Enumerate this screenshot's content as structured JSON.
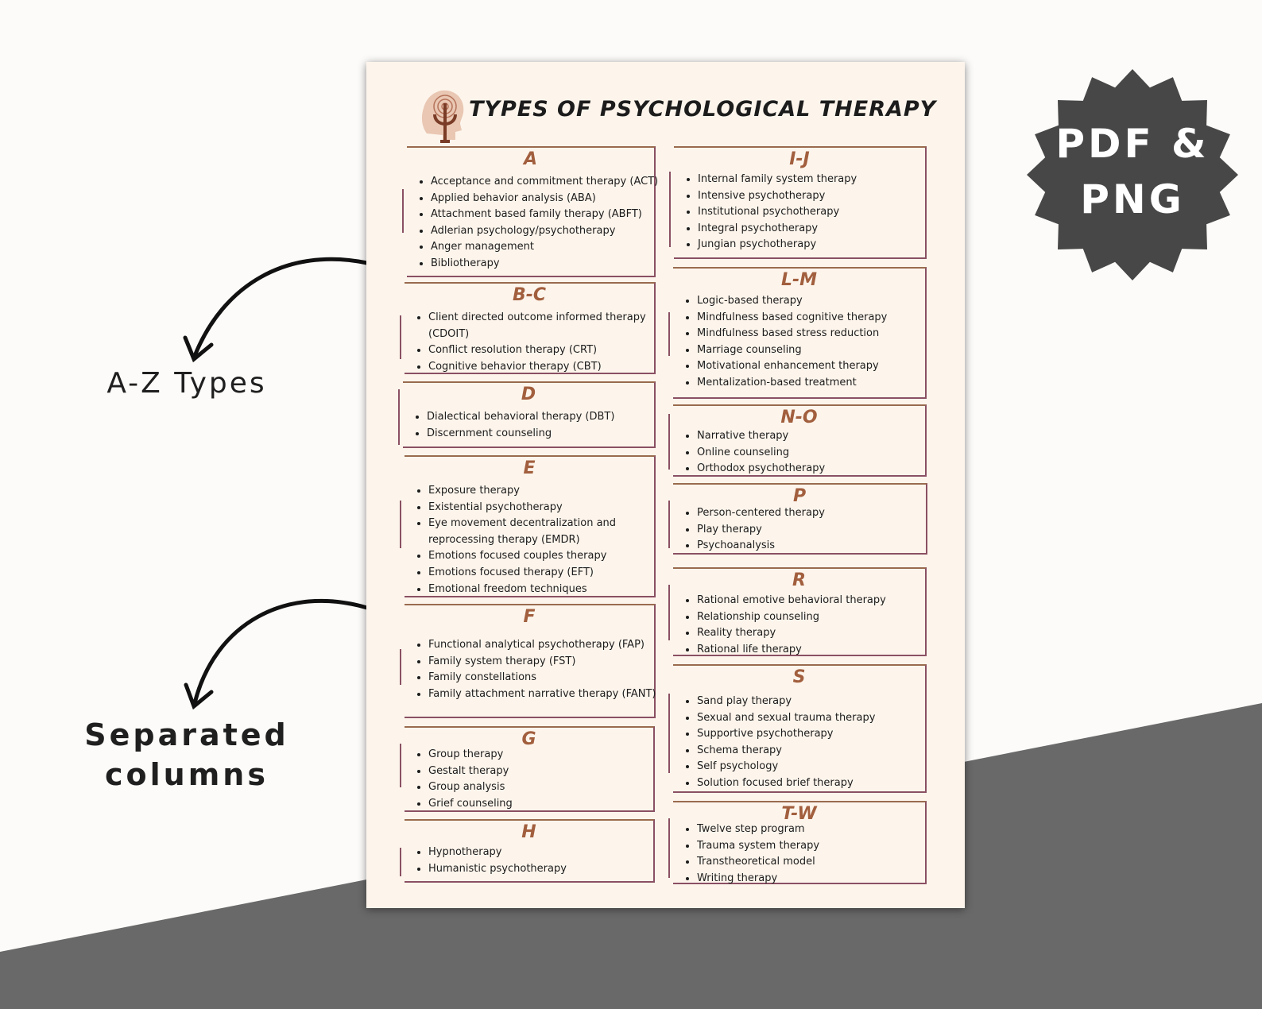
{
  "side_labels": {
    "az": "A-Z Types",
    "separated": [
      "Separated",
      "columns"
    ]
  },
  "badge": {
    "line1": "PDF &",
    "line2": "PNG"
  },
  "poster": {
    "title": "TYPES OF PSYCHOLOGICAL THERAPY",
    "sections": [
      {
        "letter": "A",
        "items": [
          "Acceptance and commitment therapy (ACT)",
          "Applied behavior analysis (ABA)",
          "Attachment based family therapy (ABFT)",
          "Adlerian psychology/psychotherapy",
          "Anger management",
          "Bibliotherapy"
        ]
      },
      {
        "letter": "B-C",
        "items": [
          "Client directed outcome informed therapy (CDOIT)",
          "Conflict resolution therapy (CRT)",
          "Cognitive behavior therapy (CBT)"
        ]
      },
      {
        "letter": "D",
        "items": [
          "Dialectical behavioral therapy (DBT)",
          "Discernment counseling"
        ]
      },
      {
        "letter": "E",
        "items": [
          "Exposure therapy",
          "Existential psychotherapy",
          "Eye movement decentralization and reprocessing therapy (EMDR)",
          "Emotions focused couples therapy",
          "Emotions focused therapy (EFT)",
          "Emotional freedom techniques"
        ]
      },
      {
        "letter": "F",
        "items": [
          "Functional analytical psychotherapy (FAP)",
          "Family system therapy (FST)",
          "Family constellations",
          "Family attachment narrative therapy (FANT)"
        ]
      },
      {
        "letter": "G",
        "items": [
          "Group therapy",
          "Gestalt therapy",
          "Group analysis",
          "Grief counseling"
        ]
      },
      {
        "letter": "H",
        "items": [
          "Hypnotherapy",
          "Humanistic psychotherapy"
        ]
      },
      {
        "letter": "I-J",
        "items": [
          "Internal family system therapy",
          "Intensive psychotherapy",
          "Institutional psychotherapy",
          "Integral psychotherapy",
          "Jungian psychotherapy"
        ]
      },
      {
        "letter": "L-M",
        "items": [
          "Logic-based therapy",
          "Mindfulness based cognitive therapy",
          "Mindfulness based stress reduction",
          "Marriage counseling",
          "Motivational enhancement therapy",
          "Mentalization-based treatment"
        ]
      },
      {
        "letter": "N-O",
        "items": [
          "Narrative therapy",
          "Online counseling",
          "Orthodox psychotherapy"
        ]
      },
      {
        "letter": "P",
        "items": [
          "Person-centered therapy",
          "Play therapy",
          "Psychoanalysis"
        ]
      },
      {
        "letter": "R",
        "items": [
          "Rational emotive behavioral therapy",
          "Relationship counseling",
          "Reality therapy",
          "Rational life therapy"
        ]
      },
      {
        "letter": "S",
        "items": [
          "Sand play therapy",
          "Sexual and sexual trauma therapy",
          "Supportive psychotherapy",
          "Schema therapy",
          "Self psychology",
          "Solution focused brief therapy"
        ]
      },
      {
        "letter": "T-W",
        "items": [
          "Twelve step program",
          "Trauma system therapy",
          "Transtheoretical model",
          "Writing therapy"
        ]
      }
    ]
  },
  "colors": {
    "background": "#fcfbf9",
    "dark_band": "#696969",
    "badge": "#474747",
    "poster": "#fdf5ec",
    "letter_heading": "#a25f3e",
    "card_border": "#8a5063"
  },
  "icons": {
    "logo": "head-psi-icon",
    "arrows": "curved-arrow-icon"
  }
}
